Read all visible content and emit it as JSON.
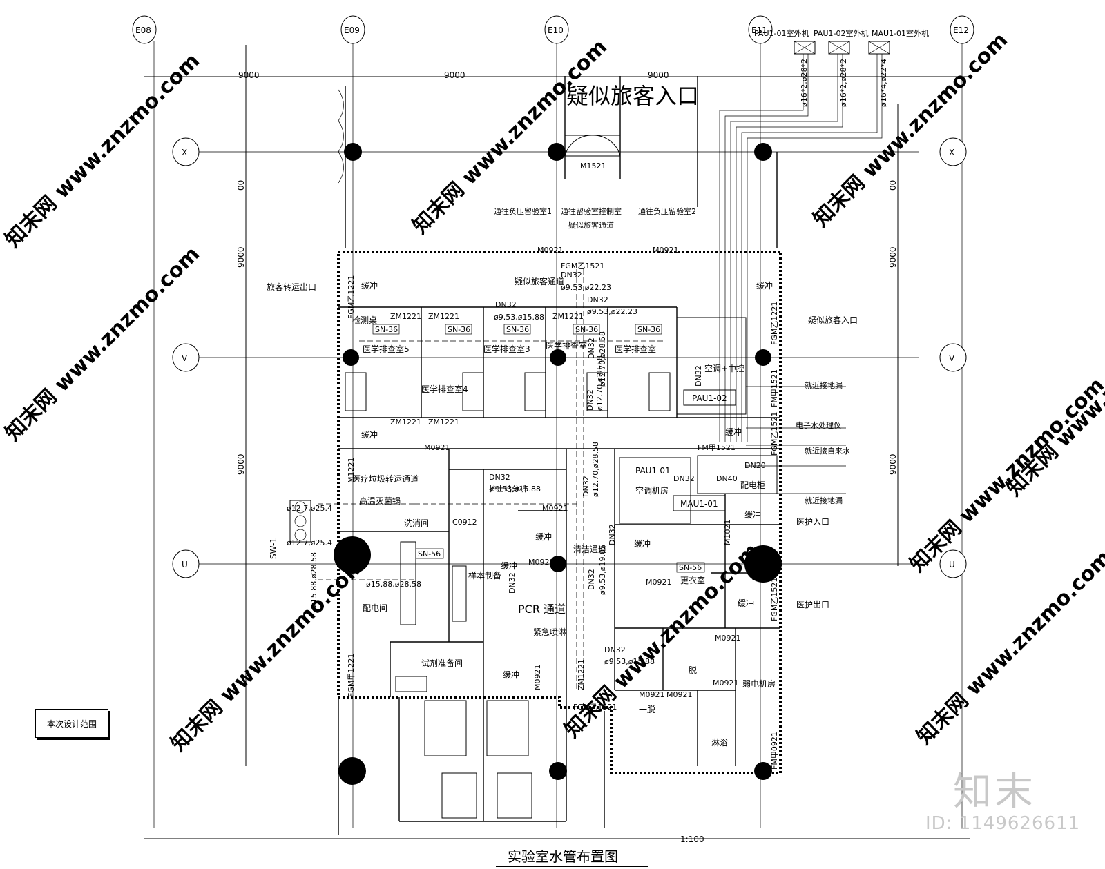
{
  "grid": {
    "columns": [
      "E08",
      "E09",
      "E10",
      "E11",
      "E12"
    ],
    "rows": [
      "X",
      "V",
      "U"
    ],
    "spans_h": [
      "9000",
      "9000",
      "9000"
    ],
    "spans_v": [
      "9000",
      "9000",
      "9000"
    ],
    "side_marks": [
      "00",
      "00"
    ]
  },
  "title": "实验室水管布置图",
  "scale": "1:100",
  "legend": "本次设计范围",
  "brand": "知末",
  "id_text": "ID: 1149626611",
  "watermark": "知末网 www.znzmo.com",
  "equipment": {
    "outdoor_units": [
      "PAU1-01室外机",
      "PAU1-02室外机",
      "MAU1-01室外机"
    ],
    "pipe_sizes": [
      "ø16*2,ø28*2",
      "ø16*2,ø28*2",
      "ø16*4,ø22*4"
    ],
    "units": [
      "PAU1-02",
      "PAU1-01",
      "MAU1-01"
    ],
    "sw": "SW-1"
  },
  "rooms": {
    "entrance_top": "疑似旅客入口",
    "to_neg1": "通往负压留验室1",
    "to_control": "通往留验室控制室",
    "to_neg2": "通往负压留验室2",
    "suspect_channel": "疑似旅客通道",
    "suspect_passage": "疑似旅客通道",
    "transfer_exit": "旅客转运出口",
    "buffer": "缓冲",
    "test_table": "检测桌",
    "exam3": "医学排查室3",
    "exam4": "医学排查室4",
    "exam5": "医学排查室5",
    "exam_a": "医学排查室",
    "exam_b": "医学排查室",
    "exam_c": "医学排查室",
    "ac_control": "空调+中控",
    "suspect_entrance": "疑似旅客入口",
    "medical_waste": "医疗垃圾转运通道",
    "autoclave": "高温灭菌锅",
    "wash": "洗消间",
    "sample_prep": "样本制备",
    "pcr": "PCR 通道",
    "shower_emergency": "紧急喷淋",
    "clean_passage": "清洁通道",
    "dist_room": "配电间",
    "reagent_prep": "试剂准备间",
    "ac_room": "空调机房",
    "dist_cabinet": "配电柜",
    "changing": "更衣室",
    "staff_entrance": "医护入口",
    "staff_exit": "医护出口",
    "undress": "一脱",
    "undress2": "一脱",
    "shower": "淋浴",
    "weak_room": "弱电机房",
    "water_treatment": "电子水处理仪",
    "near_drain": "就近接地漏",
    "near_tap": "就近接自来水",
    "near_drain2": "就近接地漏",
    "lab_3rd": "护士站分析"
  },
  "doors": [
    "M1521",
    "M0921",
    "M0921",
    "FGM乙1521",
    "ZM1221",
    "ZM1221",
    "ZM1221",
    "ZM1221",
    "ZM1221",
    "FGM乙1221",
    "FGM乙1221",
    "FM甲1521",
    "FGM乙1521",
    "FM甲1521",
    "M1021",
    "FGM乙1521",
    "FGM甲1221",
    "FM甲0921",
    "M0921",
    "M0921",
    "M0921",
    "M0921",
    "M1221",
    "M0921",
    "M0921",
    "C0912",
    "FGM乙1521",
    "ZM1221",
    "M0921",
    "M0921",
    "M0921"
  ],
  "pipes": [
    "DN32",
    "ø9.53,ø22.23",
    "DN32",
    "ø9.53,ø22.23",
    "DN32",
    "ø9.53,ø15.88",
    "DN32",
    "DN32",
    "ø12.70,ø28.58",
    "DN32",
    "ø12.70,ø28.58",
    "DN32",
    "ø12.70,ø28.58",
    "DN32",
    "DN40",
    "DN20",
    "DN32",
    "ø9.53,ø15.88",
    "DN32",
    "ø9.53,ø19.05",
    "DN32",
    "ø9.53,ø15.88",
    "ø12.7,ø25.4",
    "ø12.7,ø25.4",
    "ø15.88,ø28.58",
    "ø15.88,ø28.58",
    "DN32",
    "DN32"
  ],
  "tags": [
    "SN-36",
    "SN-36",
    "SN-36",
    "SN-36",
    "SN-36",
    "SN-56",
    "SN-56"
  ]
}
